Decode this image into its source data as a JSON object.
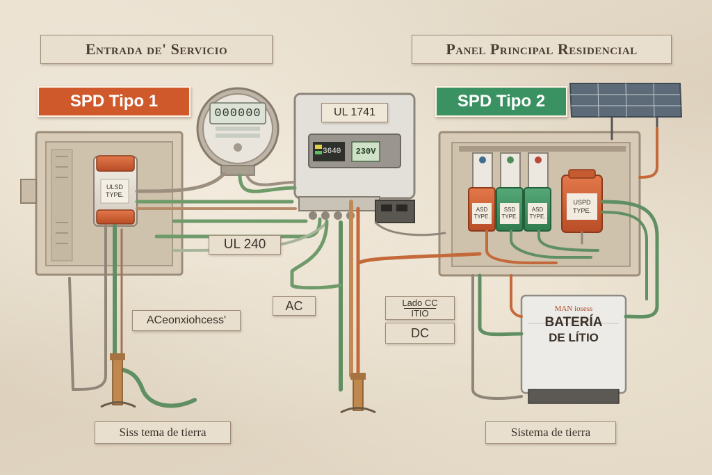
{
  "titles": {
    "service_entrance": "Entrada de' Servicio",
    "main_panel": "Panel Principal Residencial"
  },
  "badges": {
    "spd_type1": "SPD Tipo 1",
    "spd_type2": "SPD Tipo 2"
  },
  "labels": {
    "ul1741": "UL 1741",
    "ul240": "UL 240",
    "ac": "AC",
    "ac_connection": "ACeonxiohcess'",
    "dc_side_line1": "Lado CC",
    "dc_side_line2": "ITIO",
    "dc": "DC",
    "ground_left": "Siss tema de tierra",
    "ground_right": "Sistema de tierra"
  },
  "meter": {
    "digits": "000000"
  },
  "inverter": {
    "display_left": "3640",
    "display_right": "230V"
  },
  "spd_devices": {
    "left": [
      "ULSD",
      "TYPE."
    ],
    "panel": [
      [
        "ASD",
        "TYPE."
      ],
      [
        "SSD",
        "TYPE."
      ],
      [
        "ASD",
        "TYPE."
      ],
      [
        "USPD",
        "TYPE."
      ]
    ]
  },
  "battery": {
    "brand": "MAN iosess",
    "line1": "BATERÍA",
    "line2": "DE LÍTIO"
  },
  "colors": {
    "orange": "#d0592c",
    "green": "#3a9161",
    "wire_green": "#5f8f62",
    "wire_orange": "#c46a3a",
    "frame": "#b8ab98"
  }
}
